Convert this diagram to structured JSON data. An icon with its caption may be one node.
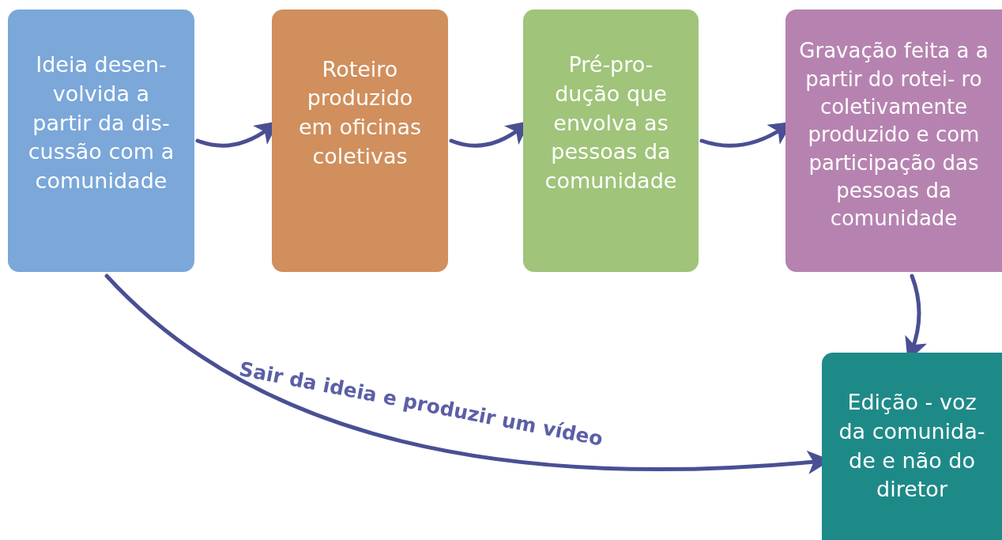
{
  "diagram": {
    "nodes": [
      {
        "text": [
          "Ideia desen- volvida a partir da dis- cussão com a comunidade"
        ]
      },
      {
        "text": [
          "Roteiro produzido em oficinas coletivas"
        ]
      },
      {
        "text": [
          "Pré-pro- dução que envolva as pessoas da comunidade"
        ]
      },
      {
        "text": [
          "Gravação feita a a partir do rotei- ro coletivamente produzido e com participação das pessoas da comunidade"
        ]
      },
      {
        "text": [
          "Edição - voz da comunida- de e não do diretor"
        ]
      }
    ],
    "edges": [
      {
        "from": 0,
        "to": 1,
        "arrow": "to"
      },
      {
        "from": 1,
        "to": 2,
        "arrow": "to"
      },
      {
        "from": 2,
        "to": 3,
        "arrow": "to"
      },
      {
        "from": 3,
        "to": 4,
        "arrow": "to"
      },
      {
        "from": 0,
        "to": 4,
        "arrow": "to",
        "label": "Sair da ideia e produzir um vídeo"
      }
    ]
  }
}
